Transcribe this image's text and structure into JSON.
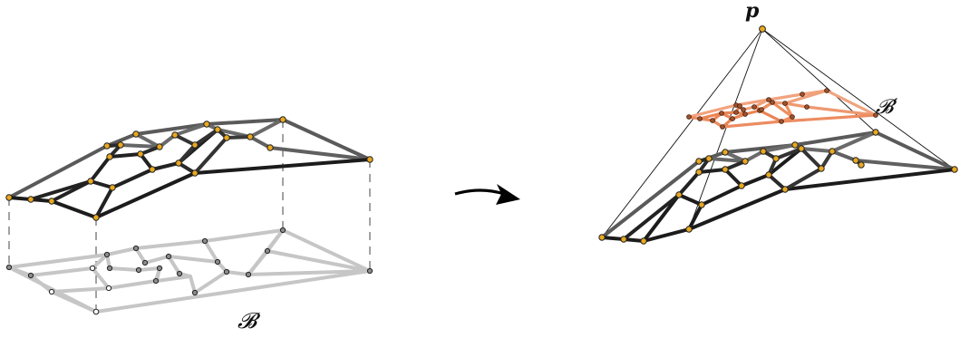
{
  "figure": {
    "label_base": "𝓑",
    "label_base_prime": "𝓑′",
    "label_point": "p"
  },
  "colors": {
    "edge_light": "#c4c4c4",
    "edge_dark": "#1a1a1a",
    "edge_mid": "#555555",
    "edge_orange": "#ee7a45",
    "node_gold": "#e8a820",
    "node_gray": "#8c8c8c",
    "node_white": "#ffffff",
    "node_orange_dark": "#a0522d"
  }
}
